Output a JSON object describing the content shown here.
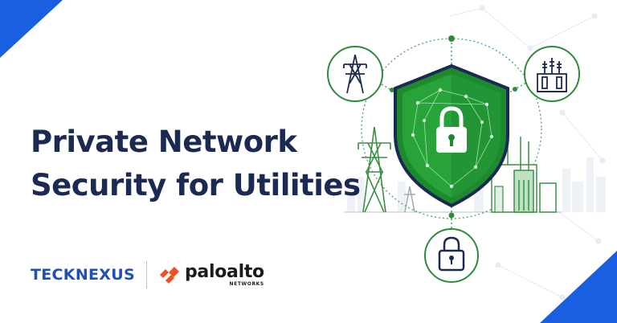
{
  "headline": {
    "line1": "Private Network",
    "line2": "Security for Utilities"
  },
  "brands": {
    "tecknexus": {
      "pre": "TEC",
      "k": "K",
      "post": "NEXUS"
    },
    "paloalto": {
      "name": "paloalto",
      "sub": "NETWORKS"
    }
  },
  "icons": {
    "shield": "shield-lock-icon",
    "top_left": "power-tower-icon",
    "top_right": "substation-icon",
    "bottom": "padlock-icon"
  },
  "colors": {
    "navy": "#1b2a52",
    "brand_blue": "#1f4fb8",
    "accent_blue": "#1a5fe0",
    "shield_green": "#1e8a2e",
    "paloalto_orange": "#f04e23"
  }
}
